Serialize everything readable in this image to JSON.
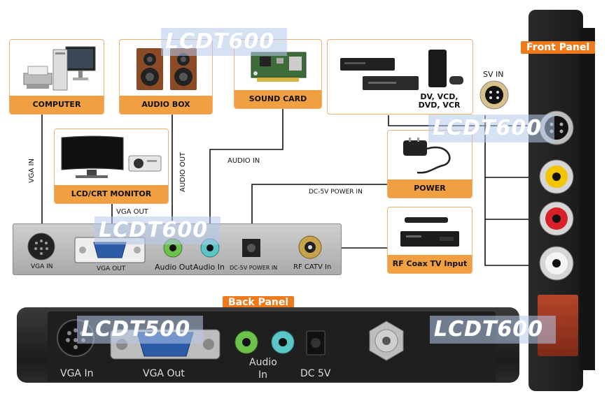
{
  "watermarks": [
    "LCDT600",
    "LCDT600",
    "LCDT600",
    "LCDT500",
    "LCDT600"
  ],
  "devices": {
    "computer": "COMPUTER",
    "audio_box": "AUDIO BOX",
    "sound_card": "SOUND CARD",
    "dvd": {
      "line1": "DV, VCD,",
      "line2": "DVD, VCR"
    },
    "monitor": "LCD/CRT MONITOR",
    "power": "POWER",
    "rf": "RF Coax TV Input"
  },
  "cable_labels": {
    "vga_in": "VGA IN",
    "audio_out": "AUDIO OUT",
    "audio_in": "AUDIO IN",
    "vga_out": "VGA OUT",
    "dc_power": "DC-5V POWER IN",
    "sv_in": "SV IN"
  },
  "top_panel_ports": {
    "vga_in": "VGA IN",
    "vga_out": "VGA OUT",
    "audio_out": "Audio Out",
    "audio_in": "Audio In",
    "dc": "DC-5V POWER IN",
    "rf": "RF CATV In"
  },
  "back_panel": {
    "title": "Back Panel",
    "vga_in": "VGA In",
    "vga_out": "VGA Out",
    "audio_line1": "Audio",
    "audio_line2": "In",
    "dc": "DC 5V"
  },
  "front_panel": {
    "title": "Front Panel",
    "s_in": "S-IN",
    "av_in": "AV IN"
  },
  "colors": {
    "accent": "#f0a040",
    "badge": "#f07a1a",
    "device_body": "#2a2a2a"
  }
}
